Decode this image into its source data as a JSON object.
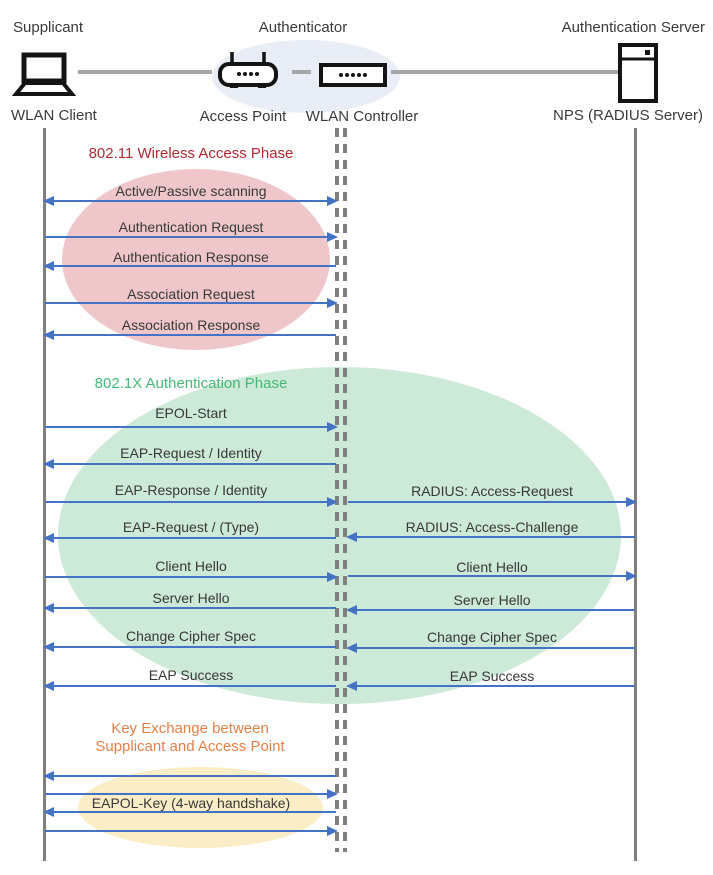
{
  "actors": {
    "roles": [
      {
        "label": "Supplicant"
      },
      {
        "label": "Authenticator"
      },
      {
        "label": "Authentication Server"
      }
    ],
    "nodes": [
      {
        "label": "WLAN Client",
        "icon": "laptop-icon"
      },
      {
        "label": "Access Point",
        "icon": "access-point-icon"
      },
      {
        "label": "WLAN Controller",
        "icon": "wlan-controller-icon"
      },
      {
        "label": "NPS (RADIUS Server)",
        "icon": "server-icon"
      }
    ]
  },
  "phases": [
    {
      "title": "802.11 Wireless Access Phase",
      "title_color": "#b12a33",
      "ellipse_color": "#efc7ca"
    },
    {
      "title": "802.1X Authentication Phase",
      "title_color": "#45b878",
      "ellipse_color": "#cde9d8"
    },
    {
      "title_line1": "Key Exchange between",
      "title_line2": "Supplicant and Access Point",
      "title_color": "#e0814b",
      "ellipse_color": "#fbedc6"
    }
  ],
  "messages": [
    {
      "label": "Active/Passive scanning",
      "from": "WLAN Client",
      "to": "WLAN Controller",
      "direction": "both"
    },
    {
      "label": "Authentication Request",
      "from": "WLAN Client",
      "to": "WLAN Controller",
      "direction": "right"
    },
    {
      "label": "Authentication Response",
      "from": "WLAN Controller",
      "to": "WLAN Client",
      "direction": "left"
    },
    {
      "label": "Association Request",
      "from": "WLAN Client",
      "to": "WLAN Controller",
      "direction": "right"
    },
    {
      "label": "Association Response",
      "from": "WLAN Controller",
      "to": "WLAN Client",
      "direction": "left"
    },
    {
      "label": "EPOL-Start",
      "from": "WLAN Client",
      "to": "WLAN Controller",
      "direction": "right"
    },
    {
      "label": "EAP-Request / Identity",
      "from": "WLAN Controller",
      "to": "WLAN Client",
      "direction": "left"
    },
    {
      "label": "EAP-Response / Identity",
      "from": "WLAN Client",
      "to": "WLAN Controller",
      "direction": "right"
    },
    {
      "label": "RADIUS: Access-Request",
      "from": "WLAN Controller",
      "to": "NPS (RADIUS Server)",
      "direction": "right"
    },
    {
      "label": "EAP-Request / (Type)",
      "from": "WLAN Controller",
      "to": "WLAN Client",
      "direction": "left"
    },
    {
      "label": "RADIUS: Access-Challenge",
      "from": "NPS (RADIUS Server)",
      "to": "WLAN Controller",
      "direction": "left"
    },
    {
      "label": "Client Hello",
      "from": "WLAN Client",
      "to": "WLAN Controller",
      "direction": "right"
    },
    {
      "label": "Client Hello",
      "from": "WLAN Controller",
      "to": "NPS (RADIUS Server)",
      "direction": "right"
    },
    {
      "label": "Server Hello",
      "from": "WLAN Controller",
      "to": "WLAN Client",
      "direction": "left"
    },
    {
      "label": "Server Hello",
      "from": "NPS (RADIUS Server)",
      "to": "WLAN Controller",
      "direction": "left"
    },
    {
      "label": "Change Cipher Spec",
      "from": "WLAN Controller",
      "to": "WLAN Client",
      "direction": "left"
    },
    {
      "label": "Change Cipher Spec",
      "from": "NPS (RADIUS Server)",
      "to": "WLAN Controller",
      "direction": "left"
    },
    {
      "label": "EAP Success",
      "from": "WLAN Controller",
      "to": "WLAN Client",
      "direction": "left"
    },
    {
      "label": "EAP Success",
      "from": "NPS (RADIUS Server)",
      "to": "WLAN Controller",
      "direction": "left"
    },
    {
      "label": "",
      "from": "WLAN Controller",
      "to": "WLAN Client",
      "direction": "left"
    },
    {
      "label": "",
      "from": "WLAN Client",
      "to": "WLAN Controller",
      "direction": "right"
    },
    {
      "label": "EAPOL-Key (4-way handshake)",
      "from": "WLAN Controller",
      "to": "WLAN Client",
      "direction": "left"
    },
    {
      "label": "",
      "from": "WLAN Client",
      "to": "WLAN Controller",
      "direction": "right"
    }
  ],
  "colors": {
    "arrow": "#4472c4",
    "lifeline": "#7f7f7f",
    "connector": "#a6a6a6",
    "authenticator_ellipse": "#e9edf5"
  }
}
